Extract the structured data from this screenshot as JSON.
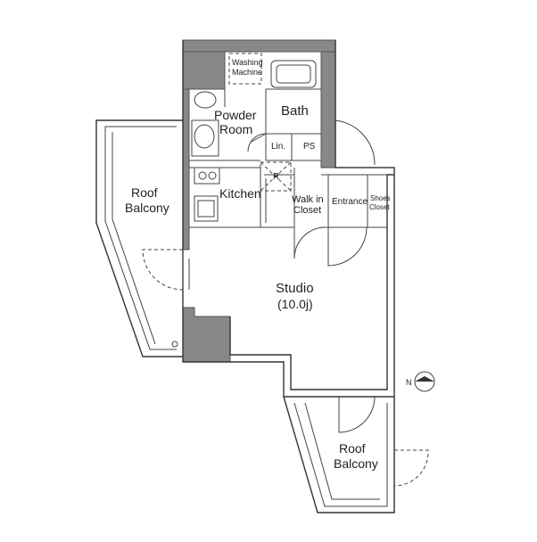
{
  "rooms": {
    "washing_machine": [
      "Washing",
      "Machine"
    ],
    "powder_room": [
      "Powder",
      "Room"
    ],
    "bath": "Bath",
    "lin": "Lin.",
    "ps": "PS",
    "refrigerator_mark": "R",
    "kitchen": "Kitchen",
    "walk_in_closet": [
      "Walk in",
      "Closet"
    ],
    "entrance": "Entrance",
    "shoes_closet": [
      "Shoes",
      "Closet"
    ],
    "roof_balcony_left": [
      "Roof",
      "Balcony"
    ],
    "studio": "Studio",
    "studio_size": "(10.0j)",
    "roof_balcony_bottom": [
      "Roof",
      "Balcony"
    ]
  },
  "compass": {
    "north_mark": "N"
  },
  "colors": {
    "wall_fill": "#888888",
    "line": "#333333",
    "background": "#ffffff"
  }
}
